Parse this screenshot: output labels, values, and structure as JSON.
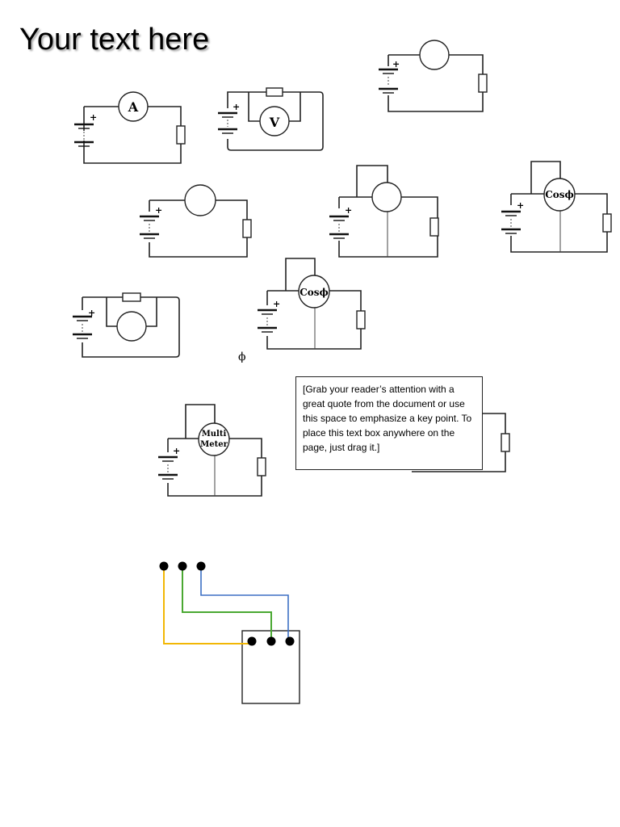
{
  "title": "Your text here",
  "quote": "[Grab your reader’s attention with a great quote from the document or use this space to emphasize a key point. To place this text box anywhere on the page, just drag it.]",
  "symbols": {
    "plus": "+",
    "ammeter": "A",
    "voltmeter": "V",
    "cosphi": "Cosϕ",
    "phi": "ϕ",
    "multimeter_line1": "Multi",
    "multimeter_line2": "Meter"
  },
  "wire_colors": {
    "yellow": "#f2b705",
    "green": "#4aa832",
    "blue": "#3b6fc4"
  }
}
